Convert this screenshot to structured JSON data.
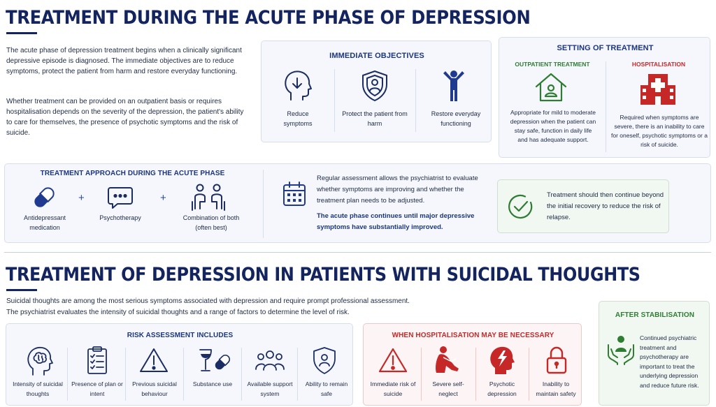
{
  "section1": {
    "title": "TREATMENT DURING THE ACUTE PHASE OF DEPRESSION",
    "para1": "The acute phase of depression treatment begins when a clinically significant depressive episode is diagnosed. The immediate objectives are to reduce symptoms, protect the patient from harm and restore everyday functioning.",
    "para2": "Whether treatment can be provided on an outpatient basis or requires hospitalisation depends on the severity of the depression, the patient's ability to care for themselves, the presence of psychotic symptoms and the risk of suicide.",
    "objectives": {
      "heading": "IMMEDIATE OBJECTIVES",
      "items": [
        {
          "label": "Reduce symptoms",
          "icon": "head-down-arrow-icon"
        },
        {
          "label": "Protect the patient from harm",
          "icon": "shield-person-icon"
        },
        {
          "label": "Restore everyday functioning",
          "icon": "person-arms-up-icon"
        }
      ]
    },
    "setting": {
      "heading": "SETTING OF TREATMENT",
      "outpatient": {
        "heading": "OUTPATIENT TREATMENT",
        "text": "Appropriate for mild to moderate depression when the patient can stay safe, function in daily life and has adequate support."
      },
      "hospital": {
        "heading": "HOSPITALISATION",
        "text": "Required when symptoms are severe, there is an inability to care for oneself, psychotic symptoms or a risk of suicide."
      }
    },
    "approach": {
      "heading": "TREATMENT APPROACH DURING THE ACUTE PHASE",
      "items": [
        {
          "label": "Antidepressant medication",
          "icon": "capsule-icon"
        },
        {
          "label": "Psychotherapy",
          "icon": "speech-bubble-icon"
        },
        {
          "label": "Combination of both (often best)",
          "icon": "two-people-icon"
        }
      ],
      "plus": "+",
      "assessment": "Regular assessment allows the psychiatrist to evaluate whether symptoms are improving and whether the treatment plan needs to be adjusted.",
      "continue_note": "The acute phase continues until major depressive symptoms have substantially improved.",
      "continue_text": "Treatment should then continue beyond the initial recovery to reduce the risk of relapse."
    }
  },
  "section2": {
    "title": "TREATMENT OF DEPRESSION IN PATIENTS WITH SUICIDAL THOUGHTS",
    "para1": "Suicidal thoughts are among the most serious symptoms associated with depression and require prompt professional assessment.",
    "para2": "The psychiatrist evaluates the intensity of suicidal thoughts and a range of factors to determine the level of risk.",
    "risk": {
      "heading": "RISK ASSESSMENT INCLUDES",
      "items": [
        {
          "label": "Intensity of suicidal thoughts",
          "icon": "brain-head-icon"
        },
        {
          "label": "Presence of plan or intent",
          "icon": "checklist-icon"
        },
        {
          "label": "Previous suicidal behaviour",
          "icon": "warning-icon"
        },
        {
          "label": "Substance use",
          "icon": "wine-pill-icon"
        },
        {
          "label": "Available support system",
          "icon": "group-icon"
        },
        {
          "label": "Ability to remain safe",
          "icon": "shield-person-icon"
        }
      ]
    },
    "hosp": {
      "heading": "WHEN HOSPITALISATION MAY BE NECESSARY",
      "items": [
        {
          "label": "Immediate risk of suicide",
          "icon": "warning-icon"
        },
        {
          "label": "Severe self-neglect",
          "icon": "sitting-person-icon"
        },
        {
          "label": "Psychotic depression",
          "icon": "head-lightning-icon"
        },
        {
          "label": "Inability to maintain safety",
          "icon": "padlock-icon"
        }
      ]
    },
    "after": {
      "heading": "AFTER STABILISATION",
      "text": "Continued psychiatric treatment and psychotherapy are important to treat the underlying depression and reduce future risk."
    }
  },
  "colors": {
    "navy": "#13245e",
    "blue": "#2b4a9a",
    "green": "#2e7d32",
    "red": "#c62828"
  }
}
